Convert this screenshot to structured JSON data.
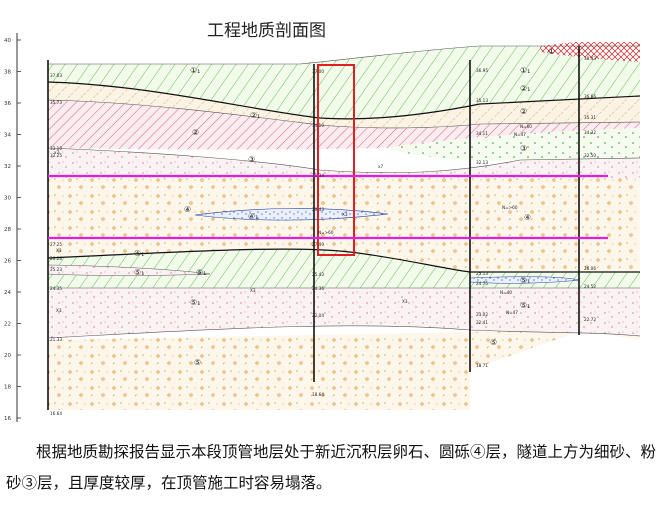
{
  "title": "工程地质剖面图",
  "caption": "根据地质勘探报告显示本段顶管地层处于新近沉积层卵石、圆砾④层，隧道上方为细砂、粉砂③层，且厚度较厚，在顶管施工时容易塌落。",
  "axis_ticks": [
    "40",
    "38",
    "36",
    "34",
    "32",
    "30",
    "28",
    "26",
    "24",
    "22",
    "20",
    "18",
    "16"
  ],
  "layers": {
    "l1": "①",
    "l1a": "①₁",
    "l2a": "②₁",
    "l2": "②",
    "l3": "③",
    "l4": "④",
    "l4a": "④₁",
    "l5a": "⑤₁",
    "l5": "⑤"
  },
  "depth_labels": {
    "b1_top": "37.03",
    "b1_a": "35.73",
    "b1_b": "33.10",
    "b1_c": "32.25",
    "b1_d": "27.25",
    "b1_e": "26.28",
    "b1_f": "25.23",
    "b1_g": "24.35",
    "b1_h": "21.33",
    "b1_bot": "16.64",
    "b2_top": "37.00",
    "b2_a": "34.10",
    "b2_b": "31.34",
    "b2_c": "29.43",
    "b2_d": "27.49",
    "b2_e": "25.43",
    "b2_f": "24.36",
    "b2_g": "22.04",
    "b2_bot": "18.64",
    "b3_top": "36.95",
    "b3_a": "35.13",
    "b3_b": "34.11",
    "b3_c": "32.13",
    "b3_d": "25.13",
    "b3_e": "24.75",
    "b3_f": "23.02",
    "b3_g": "22.41",
    "b3_bot": "18.71",
    "b4_top": "38.43",
    "b4_a": "36.66",
    "b4_b": "35.31",
    "b4_c": "34.32",
    "b4_d": "32.50",
    "b4_e": "26.06",
    "b4_f": "24.52",
    "b4_g": "22.72"
  },
  "small_marks": {
    "x1": "x7",
    "x2": "x7",
    "xa": "X3",
    "xb": "X3",
    "xc": "X3",
    "xd": "X3",
    "xe": "X3",
    "n1": "N=60",
    "n2": "N=>60",
    "n3": "N=47",
    "n4": "N=>60",
    "n5": "N=40",
    "n6": "N=47"
  },
  "colors": {
    "guide_line": "#e01ee0",
    "shaft": "#e02020",
    "fill_green": "#2c9a2c",
    "fill_brown": "#b07830",
    "fill_red_hatch": "#d03030",
    "fill_pink": "#d080a0",
    "fill_orange": "#d8902a",
    "fill_blue": "#2040a0"
  }
}
